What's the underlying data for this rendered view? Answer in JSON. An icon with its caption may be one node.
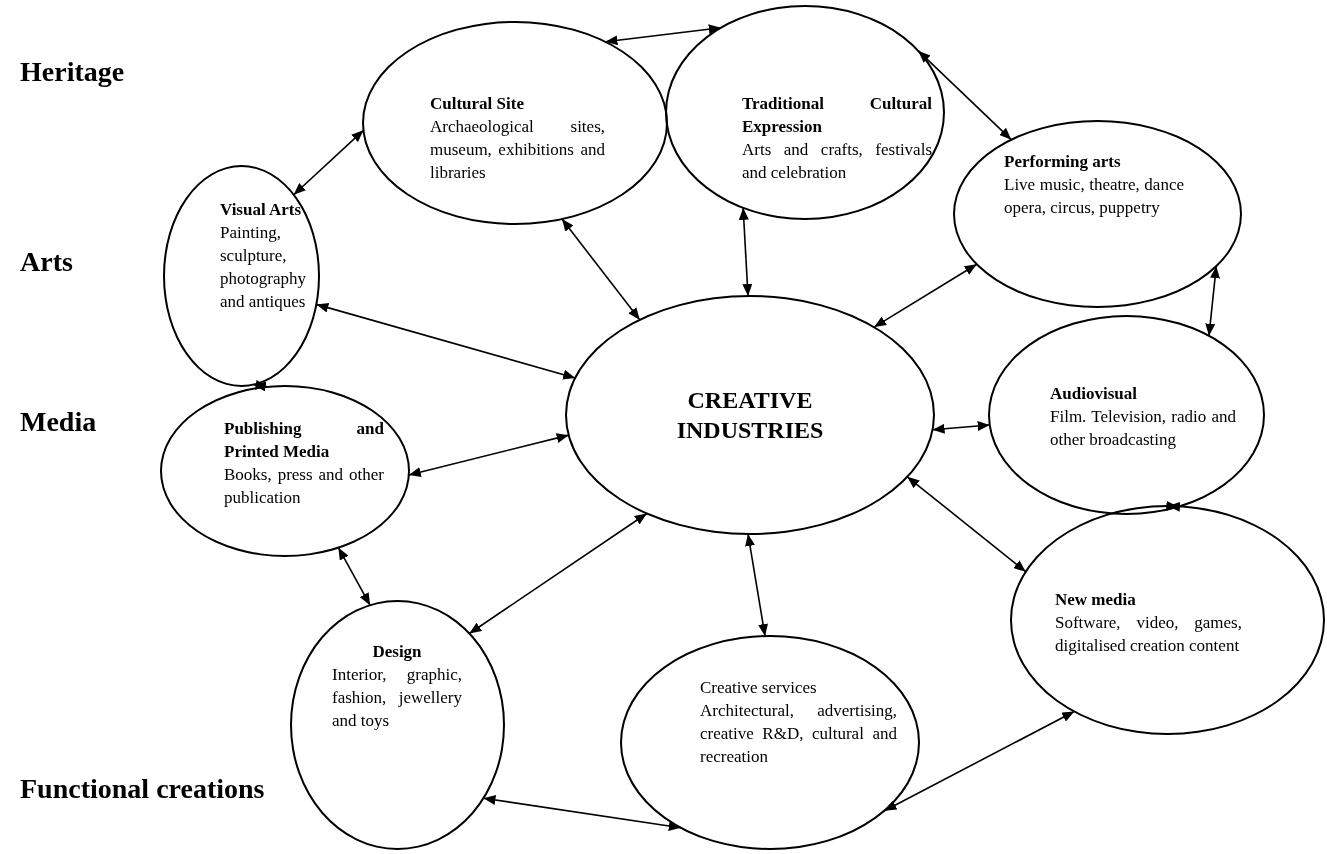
{
  "diagram": {
    "nodes": [
      {
        "text": [
          "Cultural Site",
          "Archaeological sites, museum, exhibitions and libraries"
        ]
      },
      {
        "text": [
          "Traditional Cultural Expression",
          "Arts and crafts, festivals and celebration"
        ]
      },
      {
        "text": [
          "Performing arts",
          "Live music, theatre, dance opera, circus, puppetry"
        ]
      },
      {
        "text": [
          "Visual Arts",
          "Painting, sculpture, photography and antiques"
        ]
      },
      {
        "text": [
          "CREATIVE INDUSTRIES"
        ]
      },
      {
        "text": [
          "Audiovisual",
          "Film. Television, radio and other broadcasting"
        ]
      },
      {
        "text": [
          "Publishing and Printed Media",
          "Books, press and other publication"
        ]
      },
      {
        "text": [
          "New media",
          "Software, video, games, digitalised creation content"
        ]
      },
      {
        "text": [
          "Design",
          "Interior, graphic, fashion, jewellery and toys"
        ]
      },
      {
        "text": [
          "Creative services",
          "Architectural, advertising, creative R&D, cultural and recreation"
        ]
      }
    ],
    "edges": [
      {
        "from": 0,
        "to": 1,
        "arrow": "both"
      },
      {
        "from": 1,
        "to": 2,
        "arrow": "both"
      },
      {
        "from": 3,
        "to": 0,
        "arrow": "both"
      },
      {
        "from": 3,
        "to": 6,
        "arrow": "both"
      },
      {
        "from": 0,
        "to": 4,
        "arrow": "both"
      },
      {
        "from": 1,
        "to": 4,
        "arrow": "both"
      },
      {
        "from": 2,
        "to": 4,
        "arrow": "both"
      },
      {
        "from": 3,
        "to": 4,
        "arrow": "both"
      },
      {
        "from": 2,
        "to": 5,
        "arrow": "both"
      },
      {
        "from": 4,
        "to": 5,
        "arrow": "both"
      },
      {
        "from": 6,
        "to": 4,
        "arrow": "both"
      },
      {
        "from": 5,
        "to": 7,
        "arrow": "both"
      },
      {
        "from": 4,
        "to": 7,
        "arrow": "both"
      },
      {
        "from": 6,
        "to": 8,
        "arrow": "both"
      },
      {
        "from": 8,
        "to": 4,
        "arrow": "both"
      },
      {
        "from": 4,
        "to": 9,
        "arrow": "both"
      },
      {
        "from": 8,
        "to": 9,
        "arrow": "both"
      },
      {
        "from": 9,
        "to": 7,
        "arrow": "both"
      }
    ],
    "labels": [
      "Heritage",
      "Arts",
      "Media",
      "Functional creations"
    ]
  }
}
